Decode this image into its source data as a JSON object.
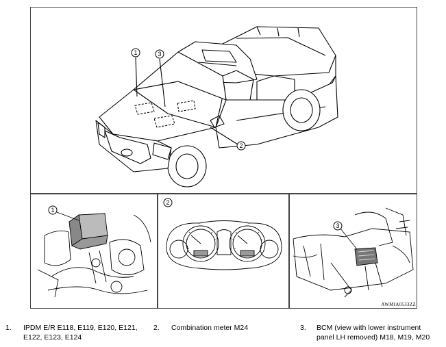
{
  "callouts": {
    "one": "1",
    "two": "2",
    "three": "3"
  },
  "figure_code": "AWMIA0533ZZ",
  "legend": [
    {
      "num": "1.",
      "line1": "IPDM E/R E118, E119, E120, E121,",
      "line2": "E122, E123, E124"
    },
    {
      "num": "2.",
      "line1": "Combination meter M24",
      "line2": ""
    },
    {
      "num": "3.",
      "line1": "BCM (view with lower instrument",
      "line2": "panel LH removed) M18, M19, M20"
    }
  ]
}
